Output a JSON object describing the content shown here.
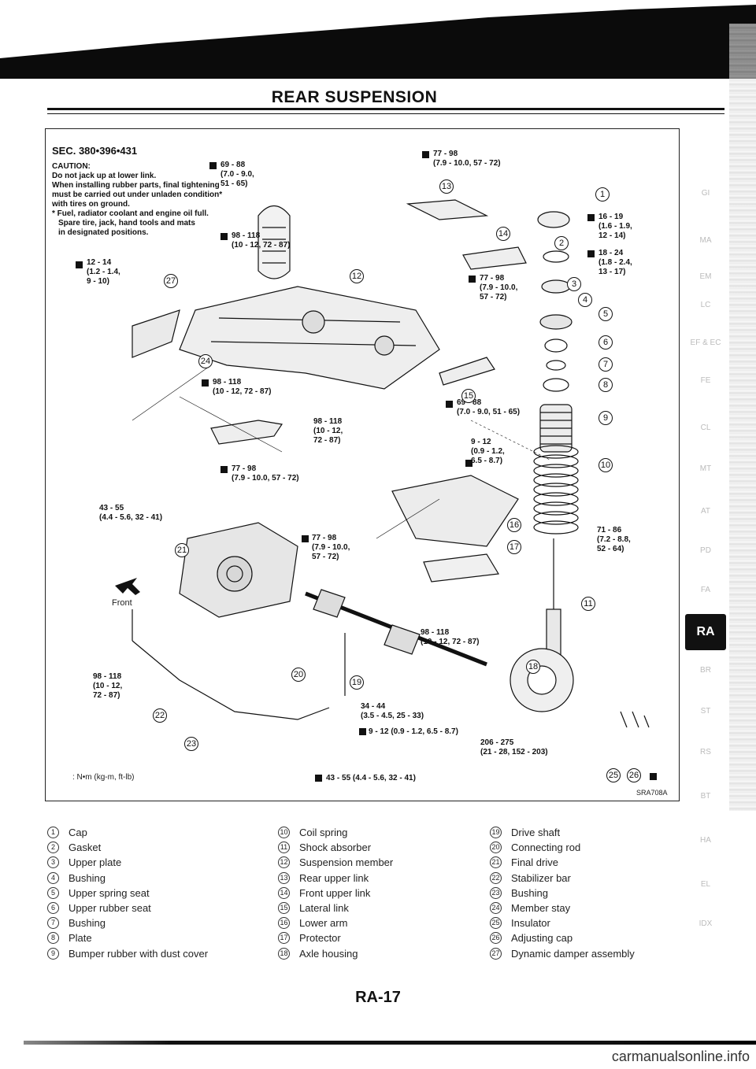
{
  "header": {
    "title": "REAR SUSPENSION"
  },
  "diagram": {
    "sec_code": "SEC. 380•396•431",
    "caution_title": "CAUTION:",
    "caution_lines": [
      "Do not jack up at lower link.",
      "When installing rubber parts, final tightening",
      "must be carried out under unladen condition*",
      "with tires on ground.",
      "* Fuel, radiator coolant and engine oil full.",
      "Spare tire, jack, hand tools and mats",
      "in designated positions."
    ],
    "figure_code": "SRA708A",
    "front_label": "Front",
    "legend": ": N•m (kg-m, ft-lb)",
    "torque_specs": [
      [
        "12 - 14",
        "(1.2 - 1.4,",
        "9 - 10)"
      ],
      [
        "69 - 88",
        "(7.0 - 9.0,",
        "51 - 65)"
      ],
      [
        "77 - 98",
        "(7.9 - 10.0, 57 - 72)"
      ],
      [
        "98 - 118",
        "(10 - 12, 72 - 87)"
      ],
      [
        "16 - 19",
        "(1.6 - 1.9,",
        "12 - 14)"
      ],
      [
        "18 - 24",
        "(1.8 - 2.4,",
        "13 - 17)"
      ],
      [
        "77 - 98",
        "(7.9 - 10.0,",
        "57 - 72)"
      ],
      [
        "98 - 118",
        "(10 - 12, 72 - 87)"
      ],
      [
        "98 - 118",
        "(10 - 12,",
        "72 - 87)"
      ],
      [
        "69 - 88",
        "(7.0 - 9.0, 51 - 65)"
      ],
      [
        "9 - 12",
        "(0.9 - 1.2,",
        "6.5 - 8.7)"
      ],
      [
        "77 - 98",
        "(7.9 - 10.0, 57 - 72)"
      ],
      [
        "43 - 55",
        "(4.4 - 5.6, 32 - 41)"
      ],
      [
        "77 - 98",
        "(7.9 - 10.0,",
        "57 - 72)"
      ],
      [
        "71 - 86",
        "(7.2 - 8.8,",
        "52 - 64)"
      ],
      [
        "98 - 118",
        "(10 - 12, 72 - 87)"
      ],
      [
        "98 - 118",
        "(10 - 12,",
        "72 - 87)"
      ],
      [
        "34 - 44",
        "(3.5 - 4.5, 25 - 33)"
      ],
      [
        "9 - 12 (0.9 - 1.2, 6.5 - 8.7)"
      ],
      [
        "206 - 275",
        "(21 - 28, 152 - 203)"
      ],
      [
        "43 - 55 (4.4 - 5.6, 32 - 41)"
      ]
    ],
    "callouts": [
      "1",
      "2",
      "3",
      "4",
      "5",
      "6",
      "7",
      "8",
      "9",
      "10",
      "11",
      "12",
      "13",
      "14",
      "15",
      "16",
      "17",
      "18",
      "19",
      "20",
      "21",
      "22",
      "23",
      "24",
      "25",
      "26",
      "27"
    ]
  },
  "parts": {
    "col1": [
      {
        "n": "1",
        "name": "Cap"
      },
      {
        "n": "2",
        "name": "Gasket"
      },
      {
        "n": "3",
        "name": "Upper plate"
      },
      {
        "n": "4",
        "name": "Bushing"
      },
      {
        "n": "5",
        "name": "Upper spring seat"
      },
      {
        "n": "6",
        "name": "Upper rubber seat"
      },
      {
        "n": "7",
        "name": "Bushing"
      },
      {
        "n": "8",
        "name": "Plate"
      },
      {
        "n": "9",
        "name": "Bumper rubber with dust cover"
      }
    ],
    "col2": [
      {
        "n": "10",
        "name": "Coil spring"
      },
      {
        "n": "11",
        "name": "Shock absorber"
      },
      {
        "n": "12",
        "name": "Suspension member"
      },
      {
        "n": "13",
        "name": "Rear upper link"
      },
      {
        "n": "14",
        "name": "Front upper link"
      },
      {
        "n": "15",
        "name": "Lateral link"
      },
      {
        "n": "16",
        "name": "Lower arm"
      },
      {
        "n": "17",
        "name": "Protector"
      },
      {
        "n": "18",
        "name": "Axle housing"
      }
    ],
    "col3": [
      {
        "n": "19",
        "name": "Drive shaft"
      },
      {
        "n": "20",
        "name": "Connecting rod"
      },
      {
        "n": "21",
        "name": "Final drive"
      },
      {
        "n": "22",
        "name": "Stabilizer bar"
      },
      {
        "n": "23",
        "name": "Bushing"
      },
      {
        "n": "24",
        "name": "Member stay"
      },
      {
        "n": "25",
        "name": "Insulator"
      },
      {
        "n": "26",
        "name": "Adjusting cap"
      },
      {
        "n": "27",
        "name": "Dynamic damper assembly"
      }
    ]
  },
  "side_tabs": [
    "GI",
    "MA",
    "EM",
    "LC",
    "EF & EC",
    "FE",
    "CL",
    "MT",
    "AT",
    "PD",
    "FA",
    "RA",
    "BR",
    "ST",
    "RS",
    "BT",
    "HA",
    "EL",
    "IDX"
  ],
  "active_tab": "RA",
  "footer": {
    "page_number": "RA-17",
    "watermark": "carmanualsonline.info"
  }
}
